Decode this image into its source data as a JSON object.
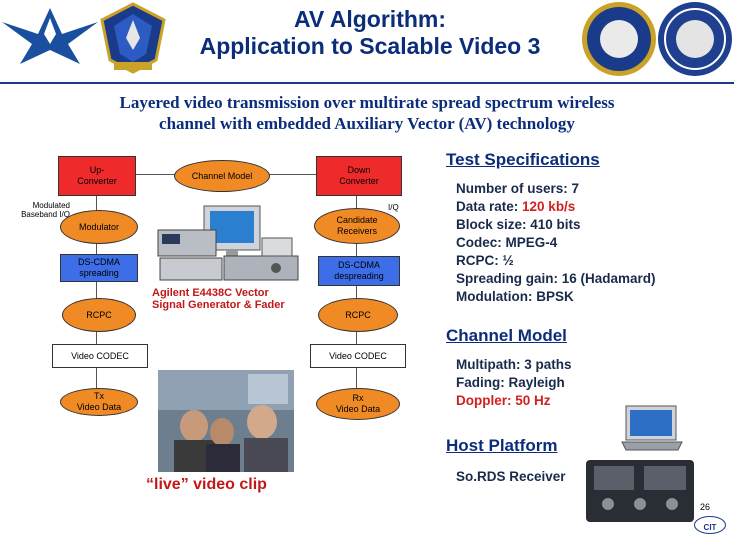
{
  "header": {
    "title_line1": "AV Algorithm:",
    "title_line2": "Application to Scalable Video 3",
    "subtitle_line1": "Layered video transmission over multirate spread spectrum wireless",
    "subtitle_line2": "channel with embedded Auxiliary Vector (AV) technology"
  },
  "colors": {
    "title": "#0b2d7a",
    "block_red": "#ee2a2a",
    "block_blue": "#3d6ee8",
    "block_orange": "#f08a25",
    "highlight_red": "#d02020"
  },
  "diagram": {
    "up_converter": "Up-\nConverter",
    "channel_model": "Channel Model",
    "down_converter": "Down\nConverter",
    "modulated_iq": "Modulated\nBaseband I/Q",
    "iq": "I/Q",
    "modulator": "Modulator",
    "candidate_receivers": "Candidate\nReceivers",
    "ds_cdma_spreading": "DS-CDMA\nspreading",
    "ds_cdma_despreading": "DS-CDMA\ndespreading",
    "rcpc_tx": "RCPC",
    "rcpc_rx": "RCPC",
    "instrument_caption": "Agilent E4438C Vector\nSignal Generator & Fader",
    "video_codec_tx": "Video CODEC",
    "video_codec_rx": "Video CODEC",
    "tx_video_data": "Tx\nVideo Data",
    "rx_video_data": "Rx\nVideo Data",
    "live_clip": "“live” video clip"
  },
  "test_specs": {
    "heading": "Test Specifications",
    "users": "Number of users: 7",
    "rate_label": "Data rate: ",
    "rate_value": "120 kb/s",
    "block": "Block size: 410 bits",
    "codec": "Codec: MPEG-4",
    "rcpc": "RCPC: ½",
    "gain": "Spreading gain: 16 (Hadamard)",
    "modulation": "Modulation: BPSK"
  },
  "channel_model": {
    "heading": "Channel Model",
    "multipath": "Multipath: 3 paths",
    "fading": "Fading: Rayleigh",
    "doppler": "Doppler: 50 Hz"
  },
  "host_platform": {
    "heading": "Host Platform",
    "receiver": "So.RDS Receiver"
  },
  "footer": {
    "page_number": "26",
    "logo_text": "CIT"
  }
}
